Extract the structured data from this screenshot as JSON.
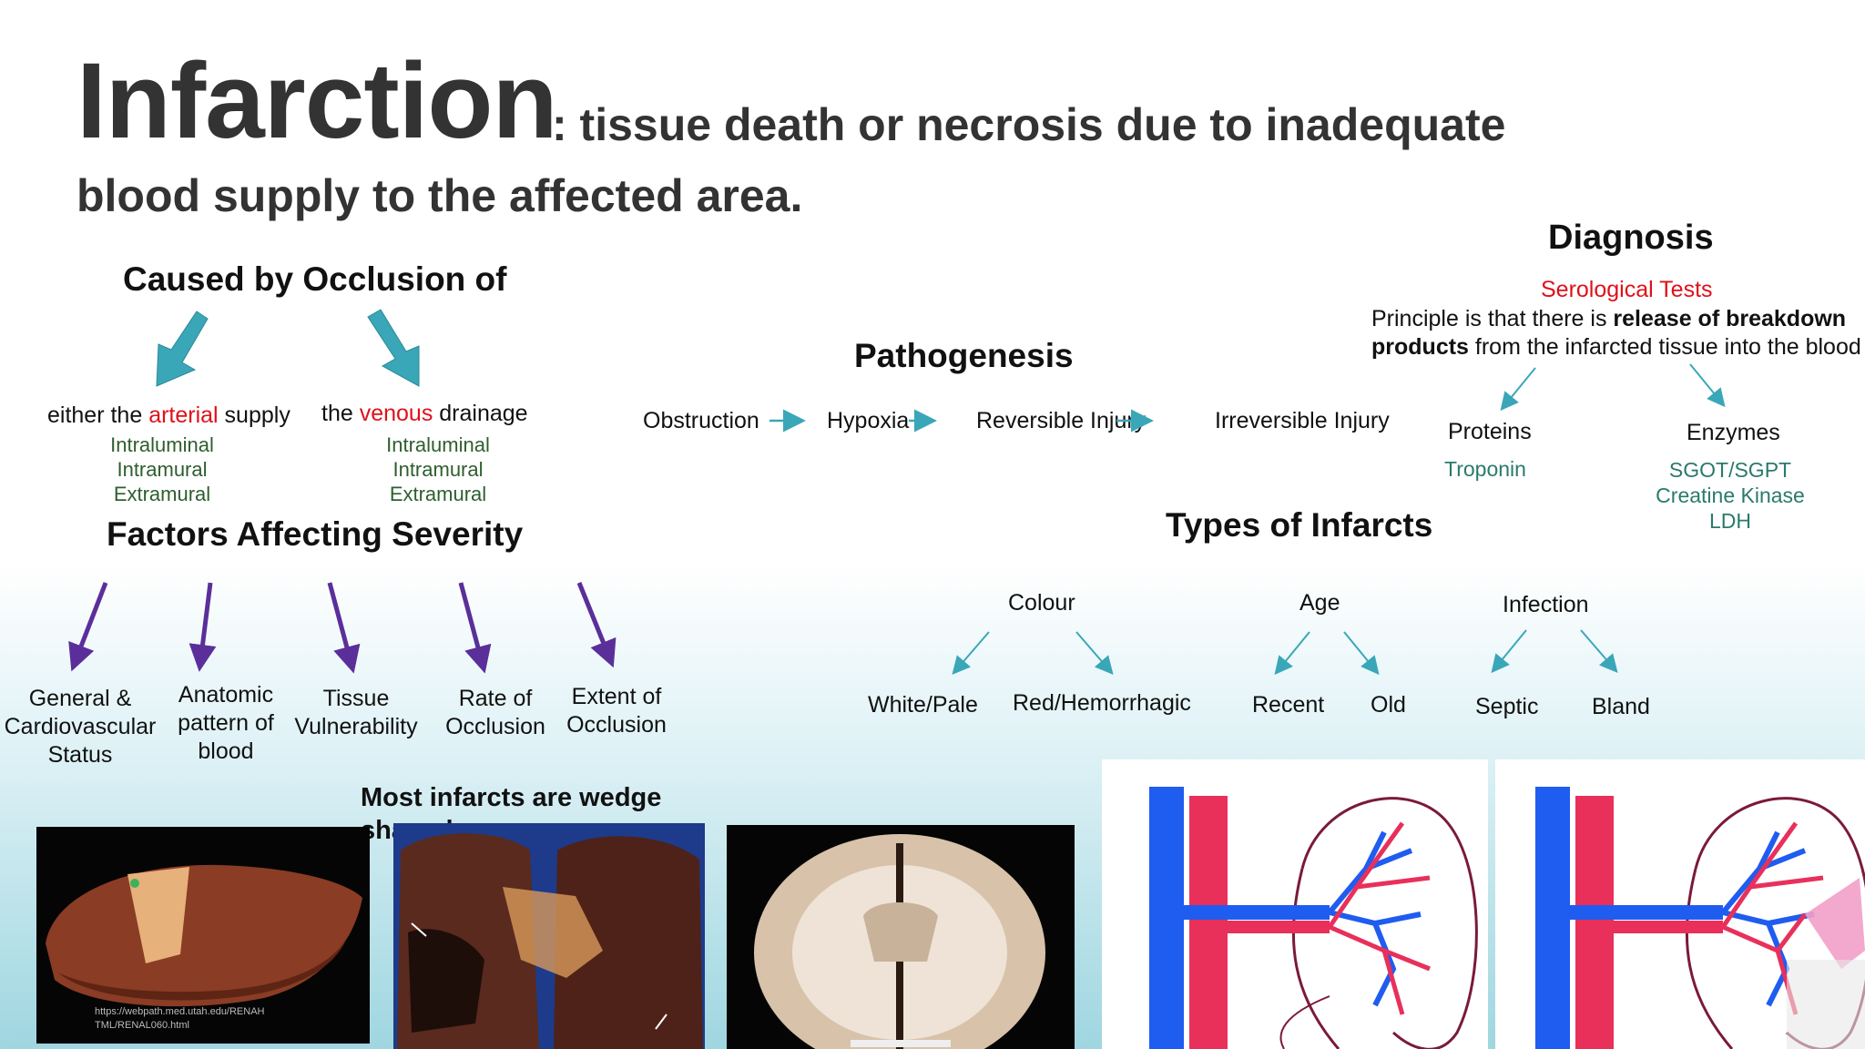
{
  "title": {
    "main": "Infarction",
    "rest": ": tissue death or necrosis due to inadequate",
    "line2": "blood supply to the affected area."
  },
  "occlusion": {
    "heading": "Caused by Occlusion of",
    "arterial": {
      "pre": "either the ",
      "highlight": "arterial",
      "post": " supply",
      "items": [
        "Intraluminal",
        "Intramural",
        "Extramural"
      ]
    },
    "venous": {
      "pre": "the ",
      "highlight": "venous",
      "post": " drainage",
      "items": [
        "Intraluminal",
        "Intramural",
        "Extramural"
      ]
    }
  },
  "severity": {
    "heading": "Factors Affecting Severity",
    "factors": [
      [
        "General &",
        "Cardiovascular",
        "Status"
      ],
      [
        "Anatomic",
        "pattern of",
        "blood"
      ],
      [
        "Tissue",
        "Vulnerability"
      ],
      [
        "Rate of",
        "Occlusion"
      ],
      [
        "Extent of",
        "Occlusion"
      ]
    ]
  },
  "pathogenesis": {
    "heading": "Pathogenesis",
    "steps": [
      "Obstruction",
      "Hypoxia",
      "Reversible Injury",
      "Irreversible Injury"
    ]
  },
  "diagnosis": {
    "heading": "Diagnosis",
    "subheading": "Serological Tests",
    "principle_pre": "Principle is that there is ",
    "principle_bold1": "release of breakdown",
    "principle_bold2": "products",
    "principle_post": " from the infarcted tissue into the blood",
    "proteins": {
      "label": "Proteins",
      "items": [
        "Troponin"
      ]
    },
    "enzymes": {
      "label": "Enzymes",
      "items": [
        "SGOT/SGPT",
        "Creatine Kinase",
        "LDH"
      ]
    }
  },
  "types": {
    "heading": "Types of Infarcts",
    "groups": [
      {
        "label": "Colour",
        "children": [
          "White/Pale",
          "Red/Hemorrhagic"
        ]
      },
      {
        "label": "Age",
        "children": [
          "Recent",
          "Old"
        ]
      },
      {
        "label": "Infection",
        "children": [
          "Septic",
          "Bland"
        ]
      }
    ]
  },
  "wedge_note": "Most infarcts are wedge shaped",
  "photos": {
    "kidney_caption_1": "https://webpath.med.utah.edu/RENAH",
    "kidney_caption_2": "TML/RENAL060.html"
  },
  "colors": {
    "title": "#333333",
    "highlight_red": "#e0101a",
    "sublist_green": "#2e5e2e",
    "teal_arrow": "#3aa7b8",
    "purple_arrow": "#5b2f9a",
    "artery_red": "#e8305a",
    "vein_blue": "#1f5cf0"
  }
}
